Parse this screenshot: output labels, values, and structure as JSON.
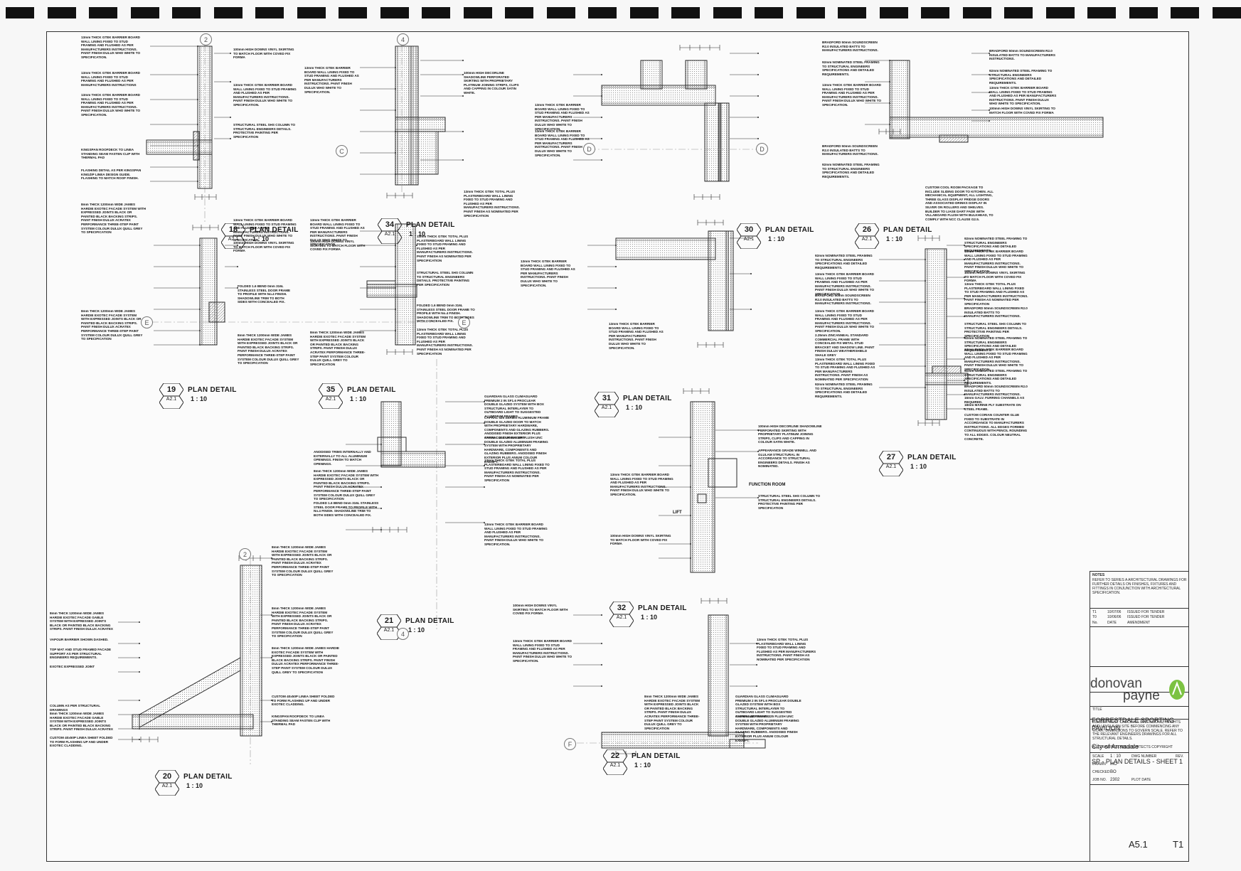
{
  "details": [
    {
      "id": "d18",
      "number": "18",
      "sheet": "A2.1",
      "title": "PLAN DETAIL",
      "scale": "1 : 10"
    },
    {
      "id": "d34",
      "number": "34",
      "sheet": "A2.1",
      "title": "PLAN DETAIL",
      "scale": "1 : 10"
    },
    {
      "id": "d30",
      "number": "30",
      "sheet": "A2.1",
      "title": "PLAN DETAIL",
      "scale": "1 : 10"
    },
    {
      "id": "d26",
      "number": "26",
      "sheet": "A2.1",
      "title": "PLAN DETAIL",
      "scale": "1 : 10"
    },
    {
      "id": "d19",
      "number": "19",
      "sheet": "A2.1",
      "title": "PLAN DETAIL",
      "scale": "1 : 10"
    },
    {
      "id": "d35",
      "number": "35",
      "sheet": "A2.1",
      "title": "PLAN DETAIL",
      "scale": "1 : 10"
    },
    {
      "id": "d31",
      "number": "31",
      "sheet": "A2.1",
      "title": "PLAN DETAIL",
      "scale": "1 : 10"
    },
    {
      "id": "d27",
      "number": "27",
      "sheet": "A2.1",
      "title": "PLAN DETAIL",
      "scale": "1 : 10"
    },
    {
      "id": "d21",
      "number": "21",
      "sheet": "A2.1",
      "title": "PLAN DETAIL",
      "scale": "1 : 10"
    },
    {
      "id": "d32",
      "number": "32",
      "sheet": "A2.1",
      "title": "PLAN DETAIL",
      "scale": "1 : 10"
    },
    {
      "id": "d20",
      "number": "20",
      "sheet": "A2.1",
      "title": "PLAN DETAIL",
      "scale": "1 : 10"
    },
    {
      "id": "d22",
      "number": "22",
      "sheet": "A2.1",
      "title": "PLAN DETAIL",
      "scale": "1 : 10"
    }
  ],
  "grid_bubbles": {
    "g2a": "2",
    "g4a": "4",
    "gC": "C",
    "gDa": "D",
    "gDb": "D",
    "gE1": "E",
    "gE2": "E",
    "g4b": "4",
    "g2b": "2",
    "gF": "F"
  },
  "rooms": {
    "function_room": "FUNCTION ROOM",
    "lift": "LIFT"
  },
  "notes": {
    "n1": "13mm THICK GTEK BARRIER BOARD WALL LINING FIXED TO STUD FRAMING AND FLUSHED AS PER MANUFACTURERS INSTRUCTIONS. PAINT FINISH DULUX WHO WHITE TO SPECIFICATION.",
    "n2": "100mm HIGH DOWNS VINYL SKIRTING TO MATCH FLOOR WITH COVED FIX FORMA",
    "n3": "13mm THICK GTEK BARRIER BOARD WALL LINING FIXED TO STUD FRAMING AND FLUSHED AS PER MANUFACTURERS INSTRUCTIONS",
    "n4": "STRUCTURAL STEEL SHS COLUMN TO STRUCTURAL ENGINEERS DETAILS. PROTECTIVE PAINTING PER SPECIFICATION",
    "n5": "8mm THICK 1200mm WIDE JAMES HARDIE EXOTEC FACADE SYSTEM WITH EXPRESSED JOINTS BLACK OR PAINTED BLACK BACKING STRIPS. PAINT FINISH DULUX ACRATEX PERFORMANCE THREE-STEP PAINT SYSTEM COLOUR DULUX QUILL GREY TO SPECIFICATION",
    "n6": "BRADFORD 50mm SOUNDSCREEN R2.0 INSULATED BATTS TO MANUFACTURERS INSTRUCTIONS.",
    "n7": "92mm NOMINATED STEEL FRAMING TO STRUCTURAL ENGINEERS SPECIFICATIONS AND DETAILED REQUIREMENTS.",
    "n8": "CUSTOM COOL ROOM PACKAGE TO INCLUDE SLIDING DOOR TO KITCHEN. ALL MECHANICAL EQUIPMENT, ALL LIGHTING, THREE GLASS DISPLAY FRIDGE DOORS AND ASSOCIATED DRINKS DISPLAY IN SILVER ON ROLLERS AND SHELVES. BUILDER TO LIASE DART FADE WITH VILLABOARD FLUSH WITH BULKHEAD, TO COMPLY WITH NCC CLAUSE G2.5.",
    "n9": "FOLDED 1.6 BEND 0mm 316L STAINLESS STEEL DOOR FRAME TO PROFILE WITH No.4 FINISH. SHADOWLINE TRIM TO BOTH SIDES WITH CONCEALED FIX.",
    "n10": "13mm THICK GTEK TOTAL PLUS PLASTERBOARD WALL LINING FIXED TO STUD FRAMING AND FLUSHED AS PER MANUFACTURERS INSTRUCTIONS. PAINT FINISH AS NOMINATED PER SPECIFICATION",
    "n11": "GUARDIAN GLASS CLIMAGUARD PREMIUM 2 IN SF1.6 PROCLEAR DOUBLE GLAZED SYSTEM WITH BOX STRUCTURAL INTERLAYER TO OUTBOARD LIGHT TO SUGGESTED ALUMINIUM FRAMES.",
    "n12": "CAPRAL 325 SERIES ALUMINIUM FRAME DOUBLE GLAZED DOOR TO MATCH WITH PROPRIETARY HARDWARE, COMPONENTS AND GLAZING RUBBERS. ANODISED FINISH EXTERIOR PLUS ANIUM COLOUR EXEMPT.",
    "n13": "ANODISED TRIMS INTERNALLY AND EXTERNALLY TO ALL ALUMINIUM OPENINGS. FINISH TO MATCH OPENINGS.",
    "n14": "100mm HIGH DECORLINE SHADOWLINE PERFORATED SKIRTING WITH PROPRIETARY PLATINUM JOINING STRIPS, CLIPS AND CAPPING IN COLOUR SATIN WHITE.",
    "n15": "APPEARANCE GRADE WINMILL AND GLULAM STRUCTURAL IN ACCORDANCE TO STRUCTURAL ENGINEERS DETAILS. FINISH AS NOMINATED.",
    "n16": "8mm THICK 1200mm WIDE JAMES HARDIE EXOTEC FACADE GABLE SYSTEM WITH EXPRESSED JOINTS BLACK OR PAINTED BLACK BACKING STRIPS. PAINT FINISH DULUX ACRATEX",
    "n17": "VAPOUR BARRIER SHOWN DASHED.",
    "n18": "TOP MAT AND STUD FRAMED FACADE SUPPORT AS PER STRUCTURAL ENGINEERS REQUIREMENTS.",
    "n19": "EXOTEC EXPRESSED JOINT",
    "n20": "COLUMN AS PER STRUCTURAL DRAWINGS",
    "n21": "CUSTOM 40x50P LINEA SHEET FOLDED TO FORM FLASHING UP AND UNDER EXOTEC CLADDING.",
    "n22": "KINGSPAN ROOFDECK TO LINEA STANDING SEAM FASTEN CLIP WITH THERMAL PAD",
    "n23": "FLASHING DETAIL AS PER KINGSPAN KINGZIP LINEA DESIGN GUIDE. FLASHING TO MATCH ROOF FINISH.",
    "n24": "GUARDIAN GLASS CLIMAGUARD PREMIUM 2 IN SF1.6 PROCLEAR DOUBLE GLAZED SYSTEM WITH BOX STRUCTURAL INTERLAYER TO OUTBOARD LIGHT TO SUGGESTED ALUMINIUM FRAMES.",
    "n25": "CAPRAL 420 150mm 325 FLUSH UNC DOUBLE GLAZED ALUMINIUM FRAMING SYSTEM WITH PROPRIETARY HARDWARE, COMPONENTS AND GLAZING RUBBERS. ANODISED FINISH EXTERIOR PLUS ANIUM COLOUR EXEMPT.",
    "n26": "2.25mm ZINCANNEAL STANDARD COMMERCIAL FRAME WITH CONCEALED FIX METAL STUD BRACKET AND SHADOW LINE. PAINT FINISH DULUX WEATHERSHIELD SHALE GREY",
    "n27": "18mm MARINE PLY SUBSTRATE ON STEEL FRAME.",
    "n28": "16mm GALV. FURRING CHANNELS AS REQUIRED.",
    "n29": "CUSTOM CORIAN COUNTER GLUE FIXED TO SUBSTRATE IN ACCORDANCE TO MANUFACTURERS INSTRUCTIONS. ALL EDGES FORMED CONTINUOUS WITH PENCIL ROUNDING TO ALL EDGES. COLOUR NEUTRAL CONCRETE."
  },
  "titleblock": {
    "notes_label": "NOTES",
    "notes_text": "REFER TO SERIES A ARCHITECTURAL DRAWINGS FOR FURTHER DETAILS ON FINISHES, FIXTURES AND FITTINGS IN CONJUNCTION WITH ARCHITECTURAL SPECIFICATION.",
    "rev1_code": "T1",
    "rev1_date": "10/07/06",
    "rev1_desc": "ISSUED FOR TENDER",
    "rev2_code": "T0",
    "rev2_date": "10/06/06",
    "rev2_desc": "ISSUED FOR TENDER",
    "rev_h1": "No.",
    "rev_h2": "DATE",
    "rev_h3": "AMENDMENT",
    "brand_line1": "donovan",
    "brand_line2": "payne",
    "project_line1": "FORRESTDALE SPORTING",
    "project_line2": "PAVILION",
    "client": "City of Armadale",
    "title_label": "TITLE",
    "sheet_title": "SP - PLAN DETAILS - SHEET 1",
    "disclaimer": "BUILDER MUST CHECK ALL DIMENSIONS, HEIGHTS AND LEVELS ON SITE BEFORE COMMENCING ANY WORK. DIMENSIONS TO GOVERN SCALE. REFER TO THE RELEVANT ENGINEERS DRAWINGS FOR ALL STRUCTURAL DETAILS.",
    "copyright": "ALL DRAWINGS ARE ARCHITECTS COPYRIGHT",
    "scale_label": "SCALE",
    "scale": "1 : 10",
    "drawn_label": "DRAWN",
    "drawn": "MO",
    "checked_label": "CHECKED",
    "checked": "BO",
    "job_label": "JOB NO.",
    "job": "2302",
    "dwg_label": "DWG NUMBER",
    "dwg": "A5.1",
    "rev_label": "REV.",
    "rev": "T1",
    "plot_label": "PLOT DATE"
  },
  "colors": {
    "ink": "#1a1a1a",
    "grid": "#888888",
    "hatch": "#6a6a6a",
    "paper": "#fbfbfb",
    "accent": "#7cc242"
  }
}
